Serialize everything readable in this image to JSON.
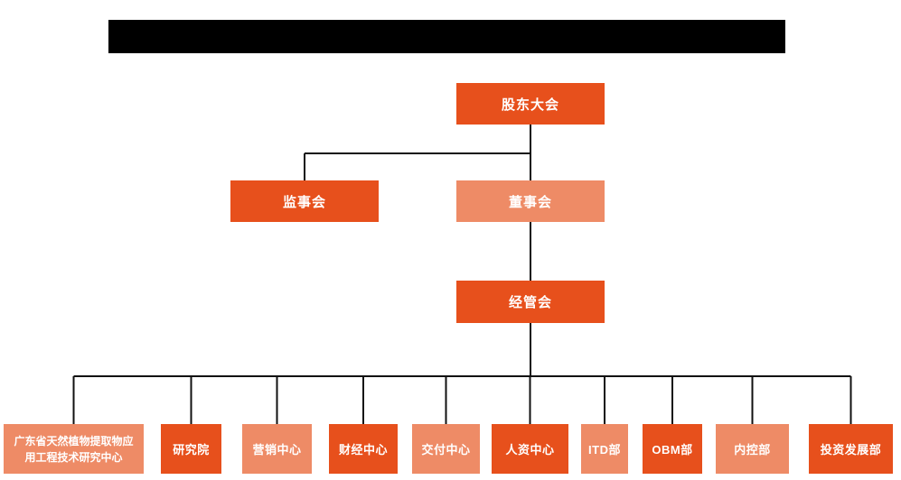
{
  "page": {
    "background": "#ffffff"
  },
  "colors": {
    "primary": "#E7501C",
    "secondary": "#EE8B66",
    "connector": "#111111",
    "redaction": "#000000",
    "node_text": "#ffffff"
  },
  "header": {
    "redacted_title_bar": true
  },
  "org_chart": {
    "nodes": [
      {
        "id": "shareholders",
        "label": "股东大会",
        "variant": "primary",
        "parent": null,
        "tier": "top"
      },
      {
        "id": "supervisory",
        "label": "监事会",
        "variant": "primary",
        "parent": "shareholders",
        "tier": "mid"
      },
      {
        "id": "board",
        "label": "董事会",
        "variant": "secondary",
        "parent": "shareholders",
        "tier": "mid"
      },
      {
        "id": "management",
        "label": "经管会",
        "variant": "primary",
        "parent": "board",
        "tier": "mid"
      },
      {
        "id": "research-center",
        "label": "广东省天然植物提取物应用工程技术研究中心",
        "variant": "secondary",
        "parent": "management",
        "tier": "bottom"
      },
      {
        "id": "research-institute",
        "label": "研究院",
        "variant": "primary",
        "parent": "management",
        "tier": "bottom"
      },
      {
        "id": "marketing-center",
        "label": "营销中心",
        "variant": "secondary",
        "parent": "management",
        "tier": "bottom"
      },
      {
        "id": "finance-center",
        "label": "财经中心",
        "variant": "primary",
        "parent": "management",
        "tier": "bottom"
      },
      {
        "id": "delivery-center",
        "label": "交付中心",
        "variant": "secondary",
        "parent": "management",
        "tier": "bottom"
      },
      {
        "id": "hr-center",
        "label": "人资中心",
        "variant": "primary",
        "parent": "management",
        "tier": "bottom"
      },
      {
        "id": "itd-dept",
        "label": "ITD部",
        "variant": "secondary",
        "parent": "management",
        "tier": "bottom"
      },
      {
        "id": "obm-dept",
        "label": "OBM部",
        "variant": "primary",
        "parent": "management",
        "tier": "bottom"
      },
      {
        "id": "internal-control",
        "label": "内控部",
        "variant": "secondary",
        "parent": "management",
        "tier": "bottom"
      },
      {
        "id": "investment-dev",
        "label": "投资发展部",
        "variant": "primary",
        "parent": "management",
        "tier": "bottom"
      }
    ]
  }
}
